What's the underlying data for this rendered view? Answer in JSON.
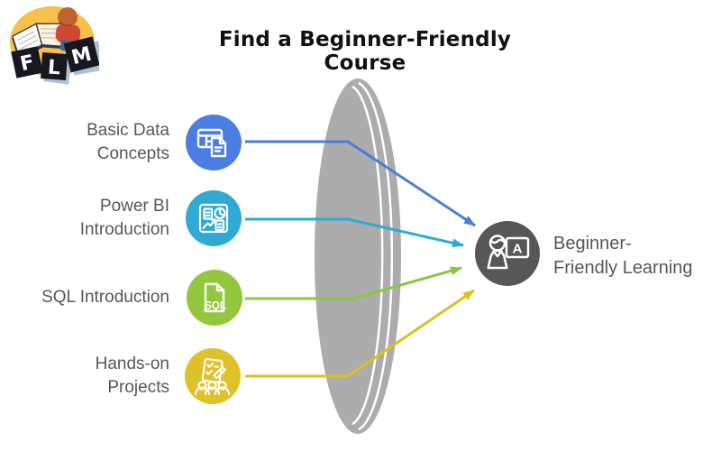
{
  "title": "Find a Beginner-Friendly Course",
  "logo": {
    "letters": [
      "F",
      "L",
      "M"
    ]
  },
  "lens": {
    "color": "#ACACAC"
  },
  "items": [
    {
      "label": "Basic Data\nConcepts",
      "icon": "table-document-icon",
      "color": "#4A7EE2",
      "arrow_color": "#4A7CDB"
    },
    {
      "label": "Power BI\nIntroduction",
      "icon": "dashboard-report-icon",
      "color": "#2FA9D6",
      "arrow_color": "#2FA9D6"
    },
    {
      "label": "SQL Introduction",
      "icon": "sql-document-icon",
      "icon_label": "SQL",
      "color": "#93C83E",
      "arrow_color": "#8DC63F"
    },
    {
      "label": "Hands-on\nProjects",
      "icon": "checklist-team-icon",
      "color": "#DFC229",
      "arrow_color": "#DCC11F"
    }
  ],
  "result": {
    "label": "Beginner-\nFriendly Learning",
    "icon": "instructor-board-icon",
    "board_letter": "A",
    "color": "#575757"
  },
  "text_color": "#54585B"
}
